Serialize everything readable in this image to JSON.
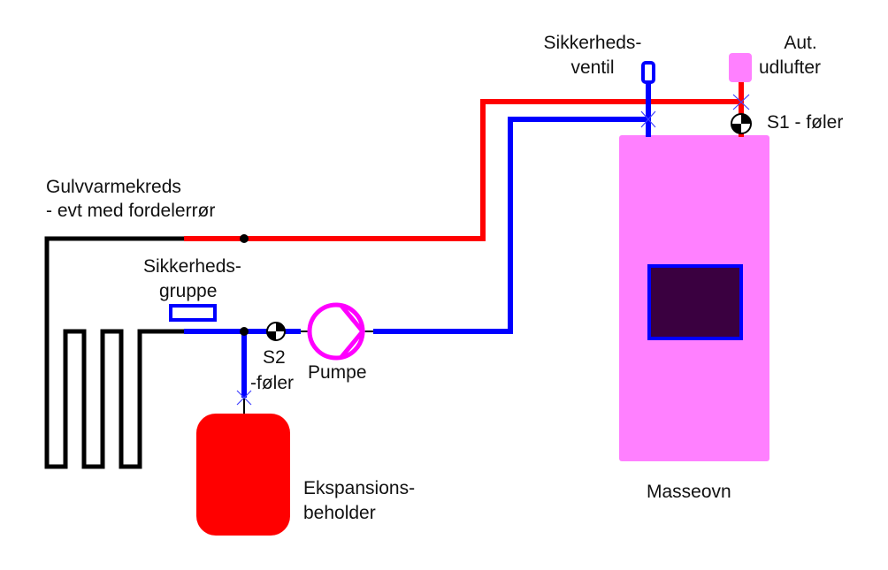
{
  "labels": {
    "floor_circuit_1": "Gulvvarmekreds",
    "floor_circuit_2": "- evt med fordelerrør",
    "safety_group_1": "Sikkerheds-",
    "safety_group_2": "gruppe",
    "safety_valve_1": "Sikkerheds-",
    "safety_valve_2": "ventil",
    "air_vent_1": "Aut.",
    "air_vent_2": "udlufter",
    "s1": "S1 - føler",
    "s2_1": "S2",
    "s2_2": "-føler",
    "pump": "Pumpe",
    "expansion_1": "Ekspansions-",
    "expansion_2": "beholder",
    "stove": "Masseovn"
  },
  "colors": {
    "supply": "#ff0000",
    "return": "#0000ff",
    "stove": "#ff80ff",
    "window": "#3a0040",
    "floor_loop": "#000000",
    "expansion_tank": "#ff0000"
  }
}
